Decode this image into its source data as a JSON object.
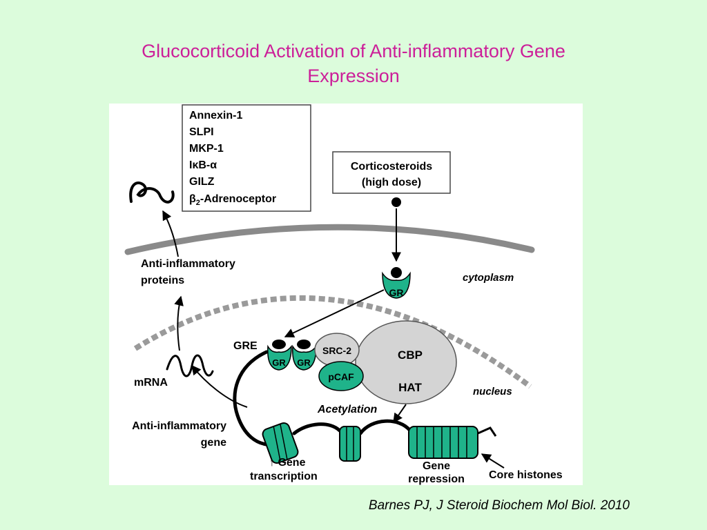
{
  "slide": {
    "title_line1": "Glucocorticoid Activation of Anti-inflammatory Gene",
    "title_line2": "Expression",
    "citation": "Barnes PJ, J Steroid Biochem Mol Biol. 2010"
  },
  "diagram": {
    "protein_list": [
      "Annexin-1",
      "SLPI",
      "MKP-1",
      "IκB-α",
      "GILZ"
    ],
    "beta2_prefix": "β",
    "beta2_sub": "2",
    "beta2_suffix": "-Adrenoceptor",
    "corticosteroids_line1": "Corticosteroids",
    "corticosteroids_line2": "(high dose)",
    "cytoplasm": "cytoplasm",
    "nucleus": "nucleus",
    "gr": "GR",
    "gre": "GRE",
    "src2": "SRC-2",
    "cbp": "CBP",
    "hat": "HAT",
    "pcaf": "pCAF",
    "acetylation": "Acetylation",
    "anti_inflammatory_proteins_line1": "Anti-inflammatory",
    "anti_inflammatory_proteins_line2": "proteins",
    "mrna": "mRNA",
    "anti_inflammatory_gene_line1": "Anti-inflammatory",
    "anti_inflammatory_gene_line2": "gene",
    "gene_transcription_line1": "↑ Gene",
    "gene_transcription_line2": "transcription",
    "gene_repression_line1": "Gene",
    "gene_repression_line2": "repression",
    "core_histones": "Core histones"
  },
  "colors": {
    "title": "#cc1f99",
    "background": "#dcfcdc",
    "gr_green": "#1fb38a",
    "membrane_gray": "#888888",
    "cofactor_gray": "#d4d4d4"
  }
}
